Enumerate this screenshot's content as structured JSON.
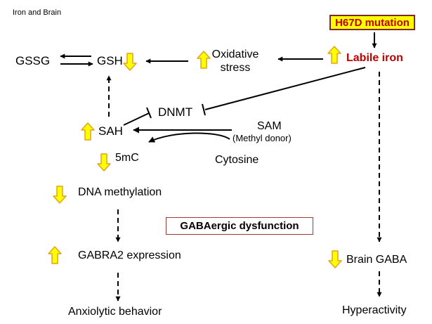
{
  "header": {
    "title": "Iron and Brain"
  },
  "nodes": {
    "h67d_mutation": "H67D mutation",
    "labile_iron": "Labile iron",
    "oxidative_stress": "Oxidative\nstress",
    "gssg": "GSSG",
    "gsh": "GSH",
    "dnmt": "DNMT",
    "sam": "SAM",
    "methyl_donor": "(Methyl donor)",
    "sah": "SAH",
    "five_mc": "5mC",
    "cytosine": "Cytosine",
    "dna_methylation": "DNA methylation",
    "gabaergic_dysfunction": "GABAergic dysfunction",
    "gabra2_expression": "GABRA2 expression",
    "anxiolytic_behavior": "Anxiolytic behavior",
    "brain_gaba": "Brain GABA",
    "hyperactivity": "Hyperactivity"
  },
  "indicators": {
    "labile_iron": "up",
    "oxidative_stress": "up",
    "gsh": "down",
    "sah": "up",
    "five_mc": "down",
    "dna_methylation": "down",
    "gabra2_expression": "up",
    "brain_gaba": "down"
  },
  "colors": {
    "arrow_fill": "#ffff00",
    "arrow_stroke": "#e2a41a",
    "highlight_text": "#c00000",
    "mutation_box_fill": "#ffff00",
    "box_border": "#a33a3a"
  }
}
